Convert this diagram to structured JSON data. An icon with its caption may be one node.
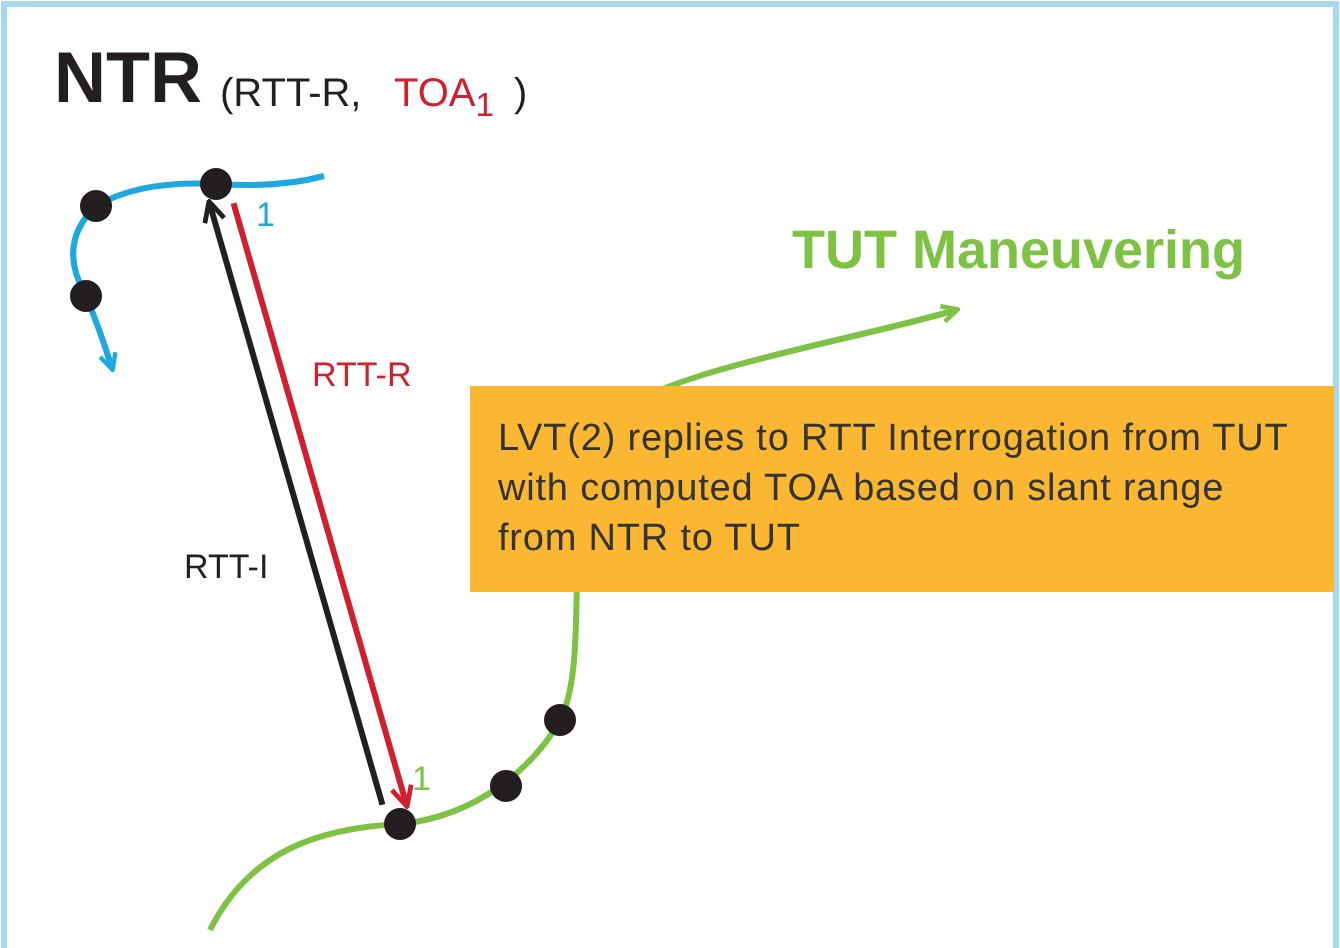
{
  "diagram": {
    "title": "NTR",
    "nodes": [
      {
        "text": [],
        "shape": "circle",
        "beside": [
          "1"
        ]
      },
      {
        "text": [],
        "shape": "circle",
        "beside": [
          "1"
        ]
      },
      {
        "text": [
          "LVT(2) replies to RTT Interrogation from TUT with computed TOA based on slant range from NTR to TUT"
        ]
      }
    ],
    "edges": [
      {
        "from": 1,
        "to": 0,
        "arrow": "to",
        "label": "RTT-I",
        "color": "#231f20"
      },
      {
        "from": 0,
        "to": 1,
        "arrow": "to",
        "label": "RTT-R",
        "color": "#d0202e"
      }
    ],
    "labels": [
      "(RTT-R,",
      "TOA$_{1}$",
      ")",
      "TUT Maneuvering"
    ]
  }
}
